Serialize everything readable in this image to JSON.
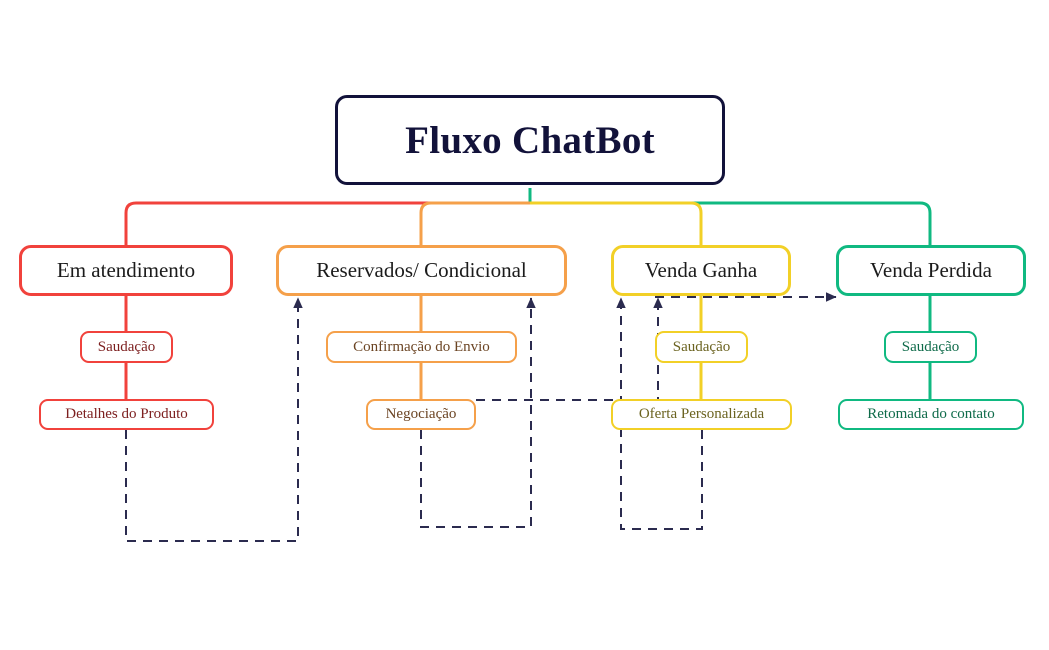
{
  "diagram": {
    "title": "Fluxo ChatBot",
    "background": "#ffffff",
    "title_color": "#12123a"
  },
  "colors": {
    "red": "#f1423c",
    "orange": "#f5a04a",
    "yellow": "#f2d027",
    "green": "#10b981",
    "navy": "#12123a",
    "dashed": "#2b2b4f"
  },
  "branches": [
    {
      "id": "em-atendimento",
      "label": "Em atendimento",
      "color": "#f1423c",
      "steps": [
        {
          "label": "Saudação"
        },
        {
          "label": "Detalhes do Produto"
        }
      ]
    },
    {
      "id": "reservados-condicional",
      "label": "Reservados/ Condicional",
      "color": "#f5a04a",
      "steps": [
        {
          "label": "Confirmação do Envio"
        },
        {
          "label": "Negociação"
        }
      ]
    },
    {
      "id": "venda-ganha",
      "label": "Venda Ganha",
      "color": "#f2d027",
      "steps": [
        {
          "label": "Saudação"
        },
        {
          "label": "Oferta Personalizada"
        }
      ]
    },
    {
      "id": "venda-perdida",
      "label": "Venda Perdida",
      "color": "#10b981",
      "steps": [
        {
          "label": "Saudação"
        },
        {
          "label": "Retomada do contato"
        }
      ]
    }
  ],
  "flow_links": [
    {
      "from": "Detalhes do Produto",
      "to": "Reservados/ Condicional",
      "style": "dashed"
    },
    {
      "from": "Negociação",
      "to": "Reservados/ Condicional",
      "style": "dashed"
    },
    {
      "from": "Negociação",
      "to": "Venda Ganha",
      "style": "dashed"
    },
    {
      "from": "Oferta Personalizada",
      "to": "Venda Ganha",
      "style": "dashed"
    },
    {
      "from": "Venda Ganha",
      "to": "Venda Perdida",
      "style": "dashed"
    }
  ]
}
